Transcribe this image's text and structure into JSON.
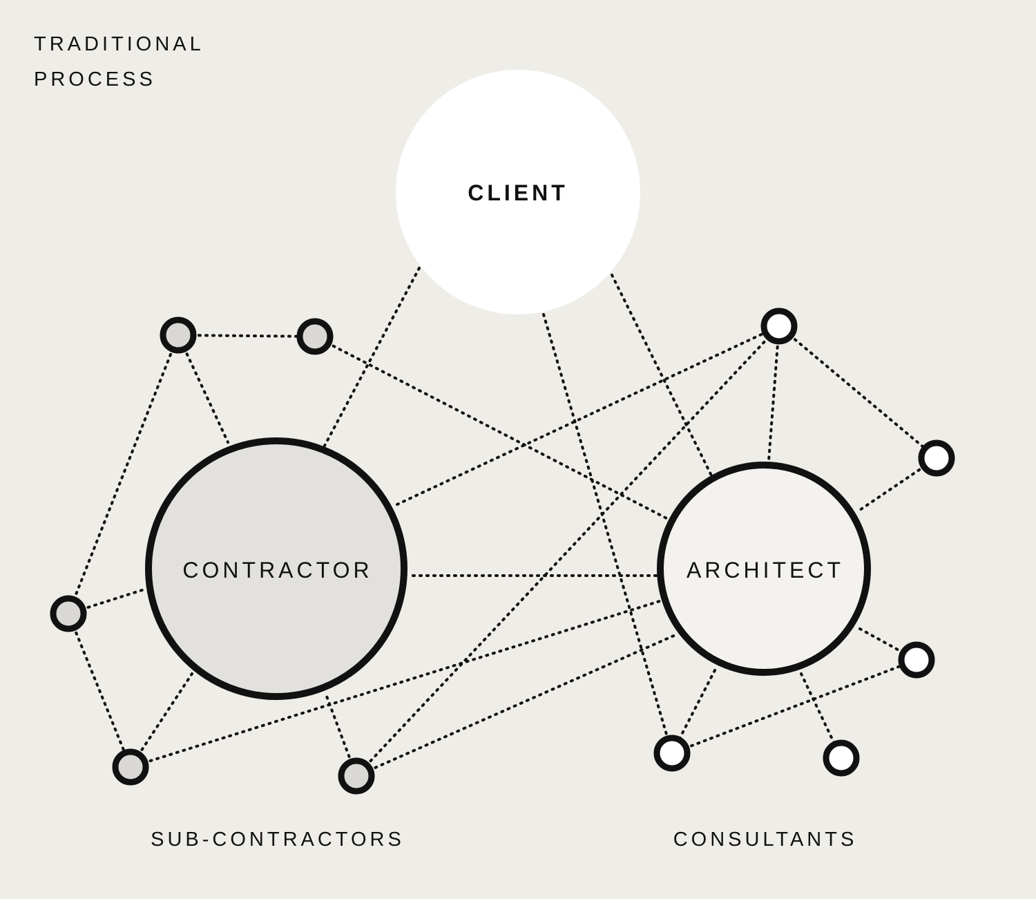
{
  "title": {
    "line1": "TRADITIONAL",
    "line2": "PROCESS"
  },
  "nodes": {
    "client": "CLIENT",
    "contractor": "CONTRACTOR",
    "architect": "ARCHITECT"
  },
  "groups": {
    "subcontractors": "SUB-CONTRACTORS",
    "consultants": "CONSULTANTS"
  },
  "colors": {
    "background": "#efede7",
    "client_fill": "#ffffff",
    "contractor_fill": "#e2e1de",
    "architect_fill": "#f4f2ee",
    "subcontractor_fill": "#d9d8d4",
    "consultant_fill": "#ffffff",
    "stroke": "#111111"
  }
}
